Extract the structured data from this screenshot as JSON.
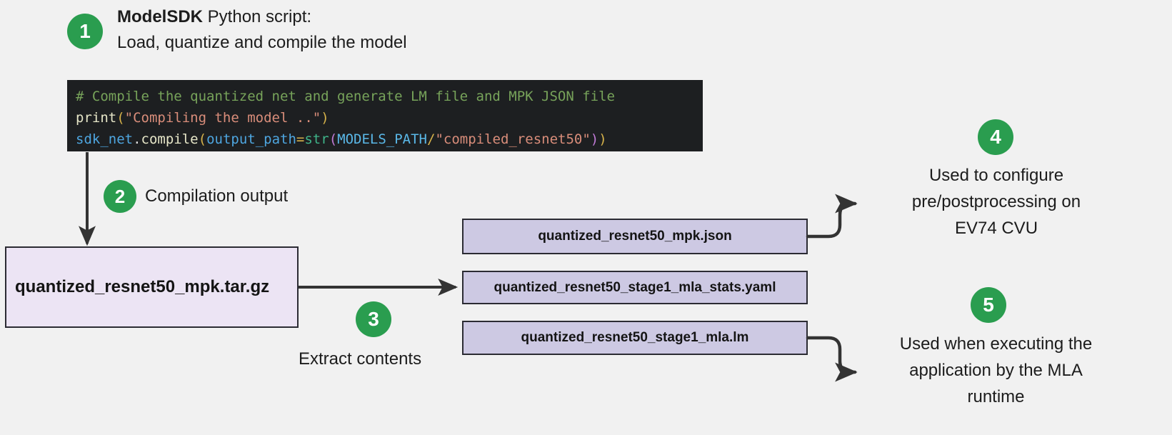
{
  "theme": {
    "background": "#f1f1f1",
    "badge_green": "#2a9d4f",
    "badge_text": "#ffffff",
    "archive_box_fill": "#ece4f4",
    "file_box_fill": "#cdc9e3",
    "box_border": "#2b2b33",
    "arrow_color": "#333333",
    "code_bg": "#1d1f21",
    "code_comment": "#77a35a",
    "code_string": "#d98d7a",
    "code_variable": "#4ea6e0",
    "code_keyword": "#3fb58a"
  },
  "steps": {
    "one": {
      "number": "1",
      "title_strong": "ModelSDK",
      "title_rest": " Python script:",
      "subtitle": "Load, quantize and compile the model"
    },
    "two": {
      "number": "2",
      "label": "Compilation output"
    },
    "three": {
      "number": "3",
      "label": "Extract contents"
    },
    "four": {
      "number": "4",
      "line1": "Used to configure",
      "line2": "pre/postprocessing on",
      "line3": "EV74 CVU"
    },
    "five": {
      "number": "5",
      "line1": "Used when executing the",
      "line2": "application by the MLA",
      "line3": "runtime"
    }
  },
  "code": {
    "language": "python",
    "line1": {
      "comment": "# Compile the quantized net and generate LM file and MPK JSON file"
    },
    "line2": {
      "fn": "print",
      "open_paren": "(",
      "string": "\"Compiling the model ..\"",
      "close_paren": ")"
    },
    "line3": {
      "obj": "sdk_net",
      "dot": ".",
      "method": "compile",
      "open_paren": "(",
      "kwarg": "output_path",
      "equals": "=",
      "fn": "str",
      "inner_open": "(",
      "const": "MODELS_PATH",
      "slash": "/",
      "string": "\"compiled_resnet50\"",
      "close_inner": ")",
      "close_paren": ")"
    }
  },
  "boxes": {
    "archive": "quantized_resnet50_mpk.tar.gz",
    "files": [
      "quantized_resnet50_mpk.json",
      "quantized_resnet50_stage1_mla_stats.yaml",
      "quantized_resnet50_stage1_mla.lm"
    ]
  }
}
